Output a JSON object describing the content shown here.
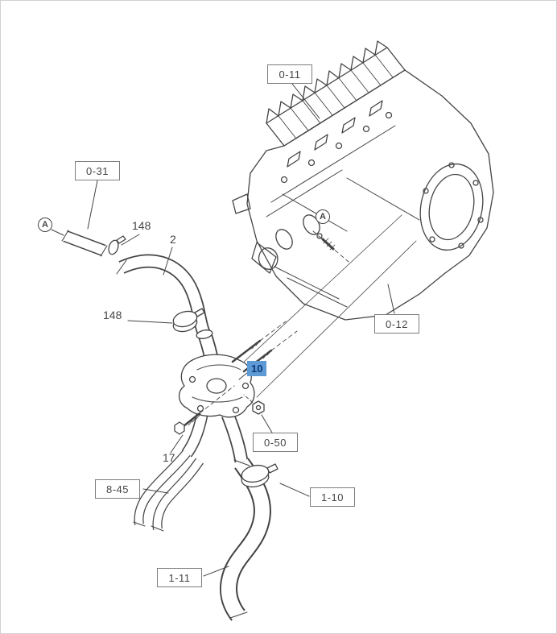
{
  "colors": {
    "line": "#444444",
    "label_text": "#454545",
    "highlight_bg": "#5e9ad6",
    "highlight_text": "#0e3a75",
    "background": "#ffffff"
  },
  "callout_boxes": [
    {
      "label": "0-11"
    },
    {
      "label": "0-31"
    },
    {
      "label": "0-12"
    },
    {
      "label": "0-50"
    },
    {
      "label": "8-45"
    },
    {
      "label": "1-10"
    },
    {
      "label": "1-11"
    }
  ],
  "part_labels": [
    {
      "label": "148"
    },
    {
      "label": "2"
    },
    {
      "label": "148"
    },
    {
      "label": "17"
    }
  ],
  "selected_part": {
    "label": "10"
  },
  "view_marks": [
    {
      "label": "A"
    },
    {
      "label": "A"
    }
  ]
}
